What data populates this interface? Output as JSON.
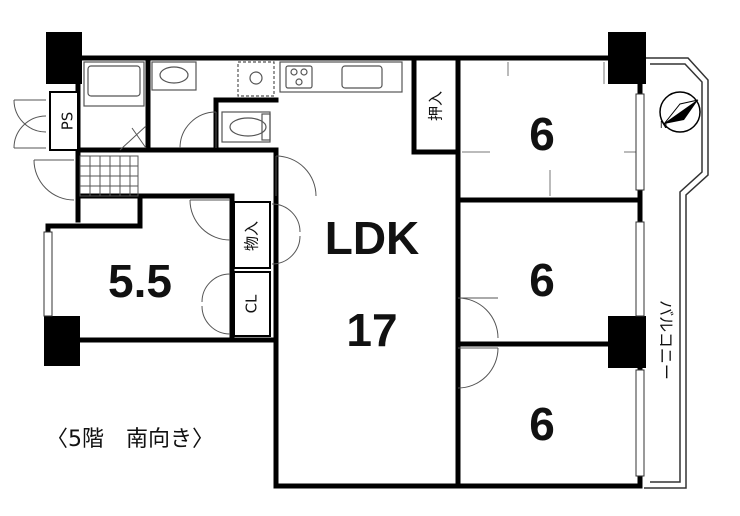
{
  "rooms": {
    "ldk": {
      "label": "LDK",
      "size": "17"
    },
    "western_left": {
      "size": "5.5"
    },
    "room_top_right": {
      "size": "6"
    },
    "room_mid_right": {
      "size": "6"
    },
    "room_bottom_right": {
      "size": "6"
    }
  },
  "labels": {
    "ps": "PS",
    "oshiire": "押入",
    "monoire": "物入",
    "closet": "CL",
    "balcony": "バルコニー"
  },
  "caption": "〈5階　南向き〉",
  "compass_icon": "compass-north-icon"
}
